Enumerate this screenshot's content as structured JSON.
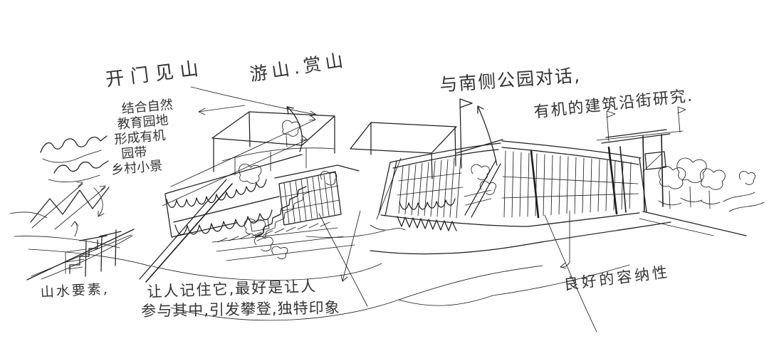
{
  "meta": {
    "kind": "hand-drawn architectural concept sketch",
    "ink_color": "#1e1e1e",
    "paper_color": "#ffffff"
  },
  "annotations": {
    "open_door": {
      "text": "开门见山"
    },
    "left_block": {
      "lines": [
        "结合自然",
        "教育园地",
        "形成有机",
        "园带",
        "乡村小景"
      ]
    },
    "tour_mountain": {
      "text": "游山.赏山"
    },
    "dialogue_park": {
      "text": "与南侧公园对话,"
    },
    "organic_street": {
      "text": "有机的建筑沿街研究."
    },
    "landscape_elements": {
      "text": "山水要素,"
    },
    "memory_line1": {
      "text": "让人记住它,最好是让人"
    },
    "memory_line2": {
      "text": "参与其中,引发攀登,独特印象"
    },
    "capacity": {
      "text": "良好的容纳性"
    }
  }
}
